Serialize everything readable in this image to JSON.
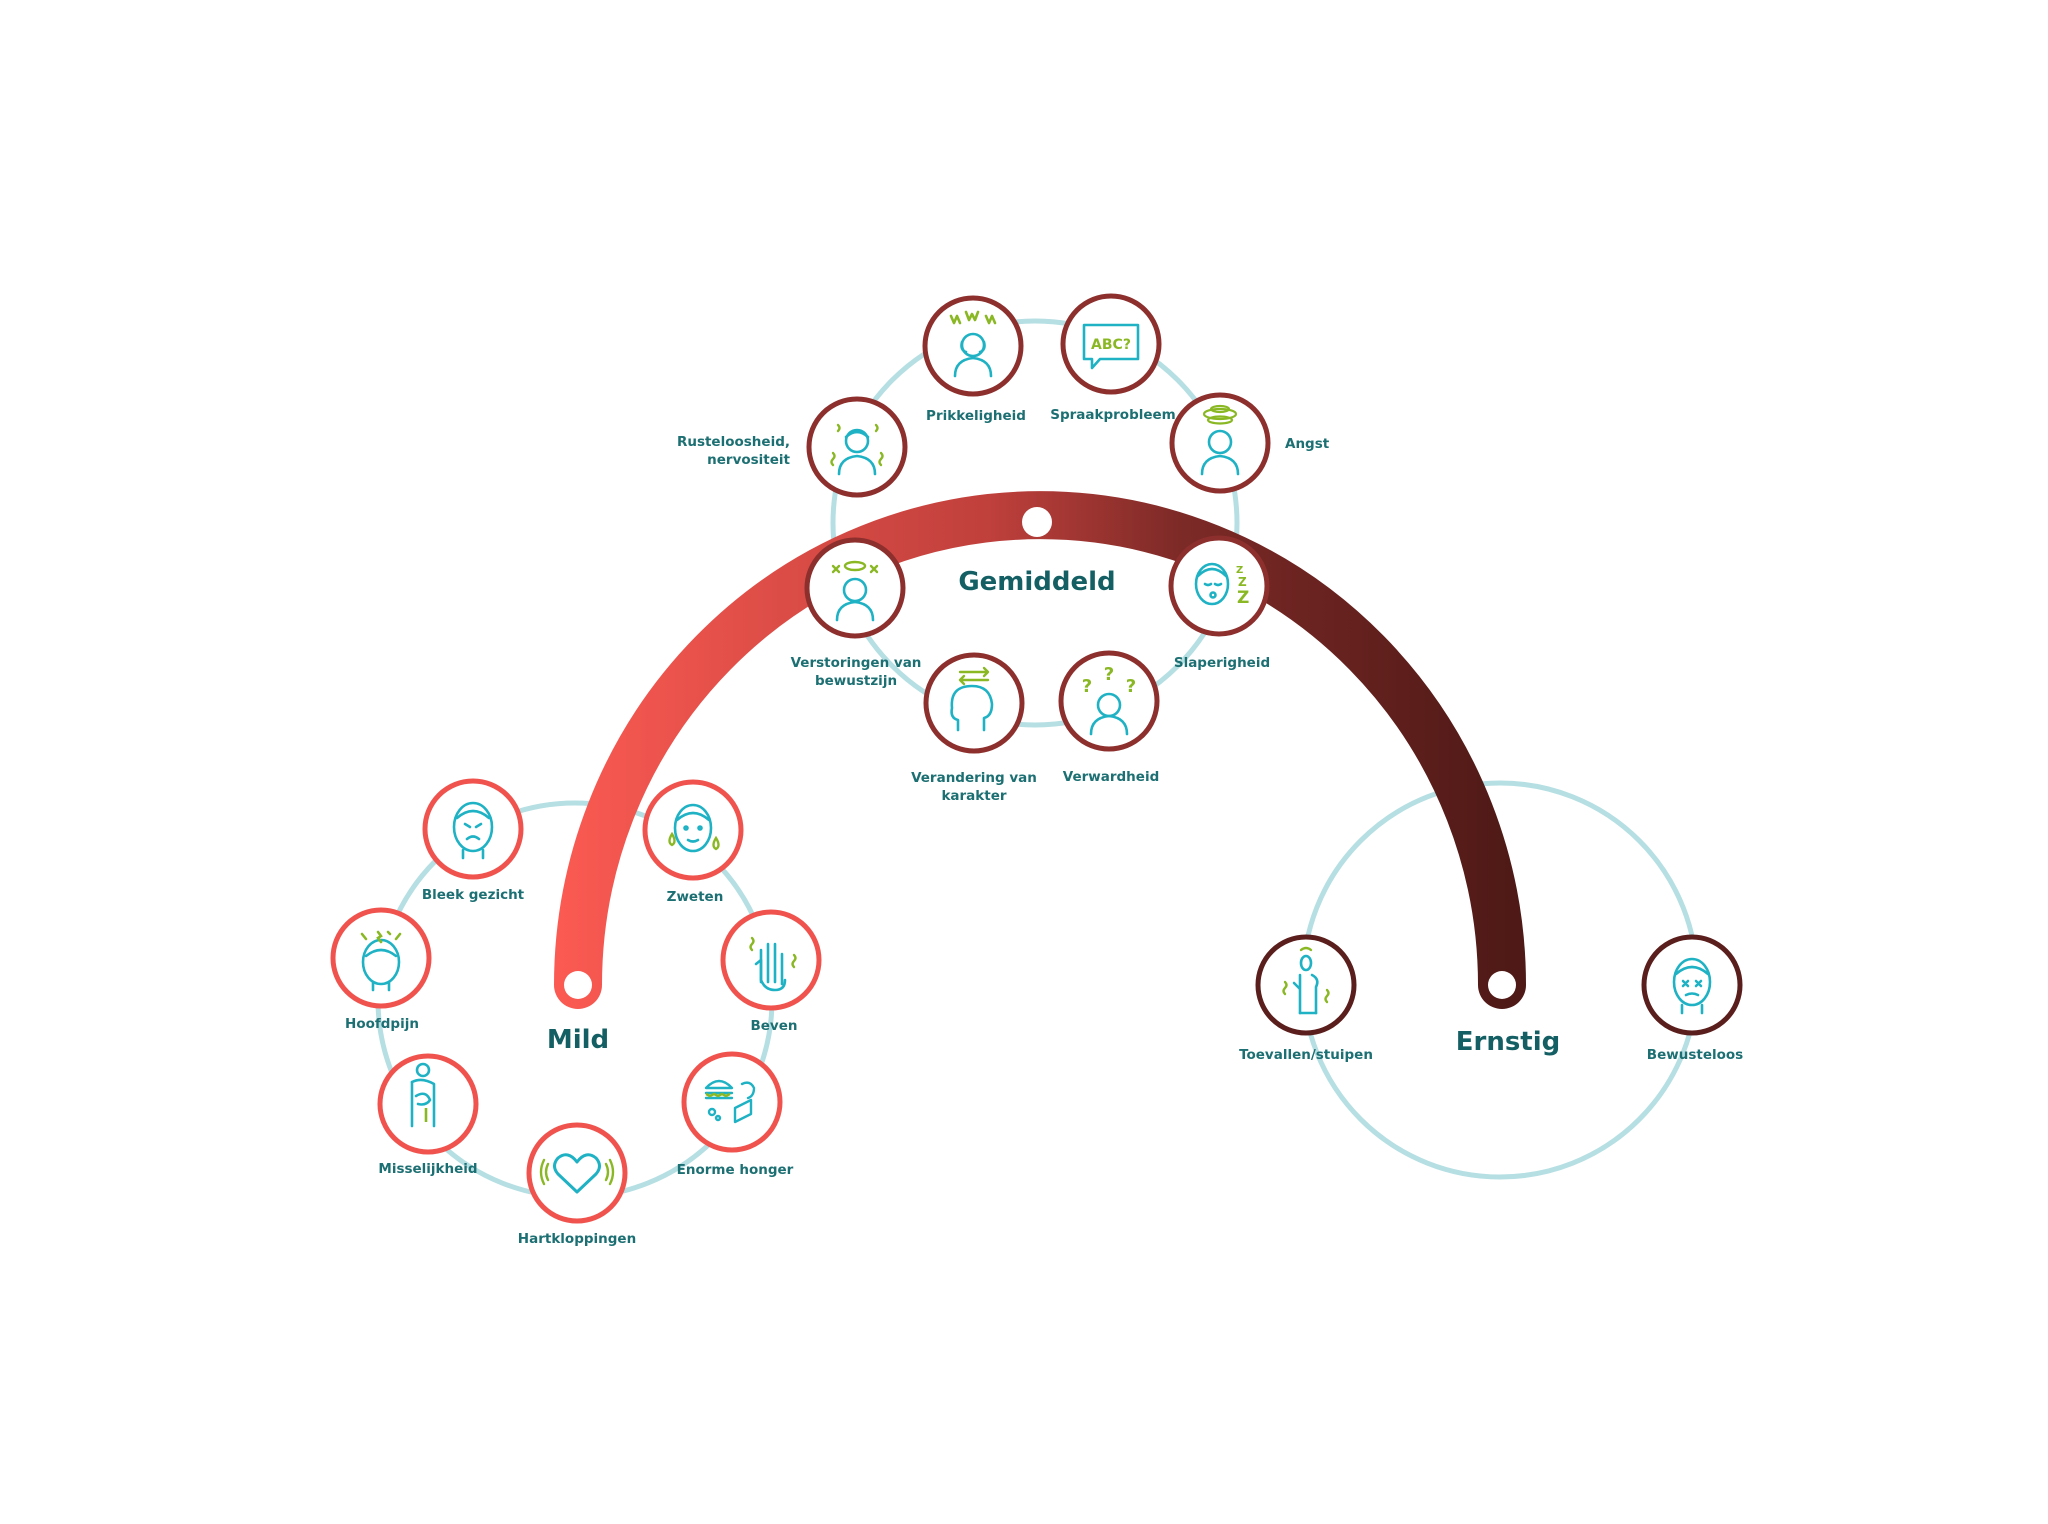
{
  "colors": {
    "mild": "#f0534d",
    "moderate": "#8c2f2d",
    "severe": "#5a1e1c",
    "ring": "#b5dfe3",
    "icon_teal": "#1fb2c4",
    "icon_green": "#8ab824",
    "label": "#1c6f72",
    "gradient_start": "#fb5a52",
    "gradient_end": "#4e1916"
  },
  "categories": {
    "mild": "Mild",
    "moderate": "Gemiddeld",
    "severe": "Ernstig"
  },
  "symptoms": {
    "bleek_gezicht": {
      "label": "Bleek gezicht",
      "icon": "pale-face-icon"
    },
    "zweten": {
      "label": "Zweten",
      "icon": "sweating-icon"
    },
    "hoofdpijn": {
      "label": "Hoofdpijn",
      "icon": "headache-icon"
    },
    "beven": {
      "label": "Beven",
      "icon": "trembling-hand-icon"
    },
    "misselijkheid": {
      "label": "Misselijkheid",
      "icon": "nausea-icon"
    },
    "enorme_honger": {
      "label": "Enorme honger",
      "icon": "hunger-icon"
    },
    "hartkloppingen": {
      "label": "Hartkloppingen",
      "icon": "heart-icon"
    },
    "prikkeligheid": {
      "label": "Prikkeligheid",
      "icon": "irritability-icon"
    },
    "spraakprobleem": {
      "label": "Spraakprobleem",
      "icon": "speech-bubble-icon"
    },
    "rusteloosheid": {
      "label_line1": "Rusteloosheid,",
      "label_line2": "nervositeit",
      "icon": "restless-icon"
    },
    "angst": {
      "label": "Angst",
      "icon": "anxiety-icon"
    },
    "verstoringen": {
      "label_line1": "Verstoringen van",
      "label_line2": "bewustzijn",
      "icon": "dizzy-icon"
    },
    "slaperigheid": {
      "label": "Slaperigheid",
      "icon": "sleepy-icon"
    },
    "verandering": {
      "label_line1": "Verandering van",
      "label_line2": "karakter",
      "icon": "mood-change-icon"
    },
    "verwardheid": {
      "label": "Verwardheid",
      "icon": "confusion-icon"
    },
    "toevallen": {
      "label": "Toevallen/stuipen",
      "icon": "seizure-icon"
    },
    "bewusteloos": {
      "label": "Bewusteloos",
      "icon": "unconscious-icon"
    }
  },
  "icon_texts": {
    "speech_bubble": "ABC?",
    "confusion_marks": "?",
    "sleep_z": "Z"
  }
}
